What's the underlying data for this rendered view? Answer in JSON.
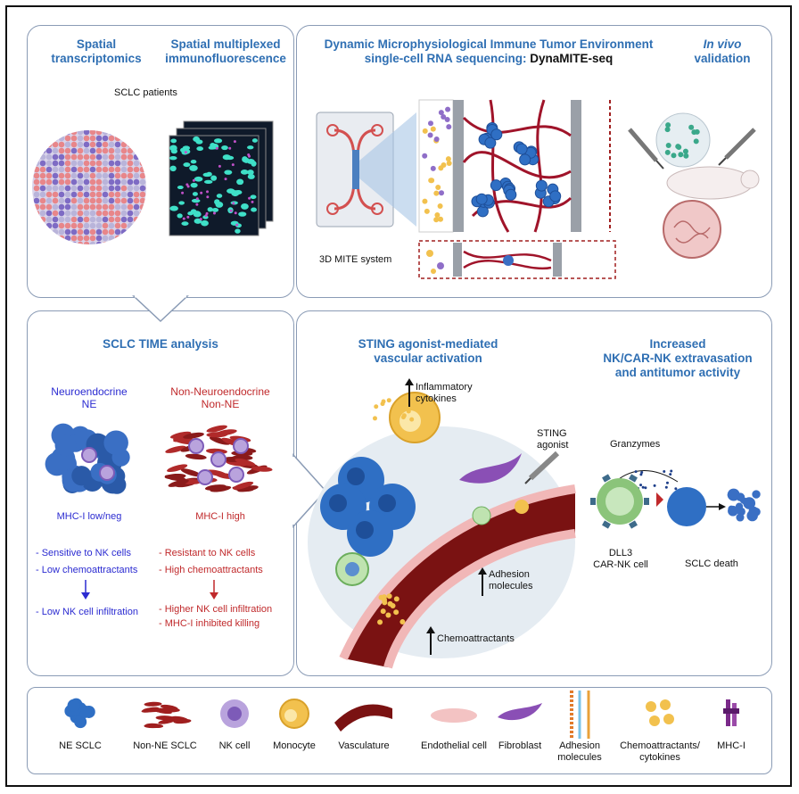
{
  "top_left": {
    "title_st_line1": "Spatial",
    "title_st_line2": "transcriptomics",
    "title_smif_line1": "Spatial multiplexed",
    "title_smif_line2": "immunofluorescence",
    "patients": "SCLC patients"
  },
  "top_right": {
    "title_line1": "Dynamic Microphysiological Immune Tumor Environment",
    "title_line2_a": "single-cell RNA sequencing: ",
    "title_line2_b": "DynaMITE-seq",
    "invivo_line1": "In vivo",
    "invivo_line2": "validation",
    "system_label": "3D MITE system"
  },
  "bottom_left": {
    "title": "SCLC TIME analysis",
    "ne_line1": "Neuroendocrine",
    "ne_line2": "NE",
    "nonne_line1": "Non-Neuroendocrine",
    "nonne_line2": "Non-NE",
    "ne_mhc": "MHC-I low/neg",
    "nonne_mhc": "MHC-I high",
    "ne_point1": "- Sensitive to NK cells",
    "ne_point2": "- Low chemoattractants",
    "ne_point3": "- Low NK cell infiltration",
    "nonne_point1": "- Resistant to NK cells",
    "nonne_point2": "- High chemoattractants",
    "nonne_point3": "- Higher NK cell infiltration",
    "nonne_point4": "- MHC-I inhibited killing"
  },
  "bottom_right": {
    "sting_title_line1": "STING agonist-mediated",
    "sting_title_line2": "vascular activation",
    "nk_title_line1": "Increased",
    "nk_title_line2": "NK/CAR-NK extravasation",
    "nk_title_line3": "and antitumor activity",
    "inflammatory_line1": "Inflammatory",
    "inflammatory_line2": "cytokines",
    "sting_agonist_line1": "STING",
    "sting_agonist_line2": "agonist",
    "adhesion_line1": "Adhesion",
    "adhesion_line2": "molecules",
    "chemoattractants": "Chemoattractants",
    "granzymes": "Granzymes",
    "dll3_line1": "DLL3",
    "dll3_line2": "CAR-NK cell",
    "sclc_death": "SCLC death"
  },
  "legend": {
    "items": [
      {
        "label": "NE SCLC"
      },
      {
        "label": "Non-NE SCLC"
      },
      {
        "label": "NK cell"
      },
      {
        "label": "Monocyte"
      },
      {
        "label": "Vasculature"
      },
      {
        "label": "Endothelial cell"
      },
      {
        "label": "Fibroblast"
      },
      {
        "label": "Adhesion\nmolecules"
      },
      {
        "label": "Chemoattractants/\ncytokines"
      },
      {
        "label": "MHC-I"
      }
    ]
  },
  "colors": {
    "title_blue": "#2f6fb3",
    "ne_blue": "#3a6fc4",
    "nonne_red": "#b02a2a",
    "text_navy": "#2b2bd1",
    "text_red": "#c0292b",
    "nk_purple": "#8f6ec8",
    "monocyte_yellow": "#f2c14e",
    "vessel_red": "#8a1a1a"
  }
}
